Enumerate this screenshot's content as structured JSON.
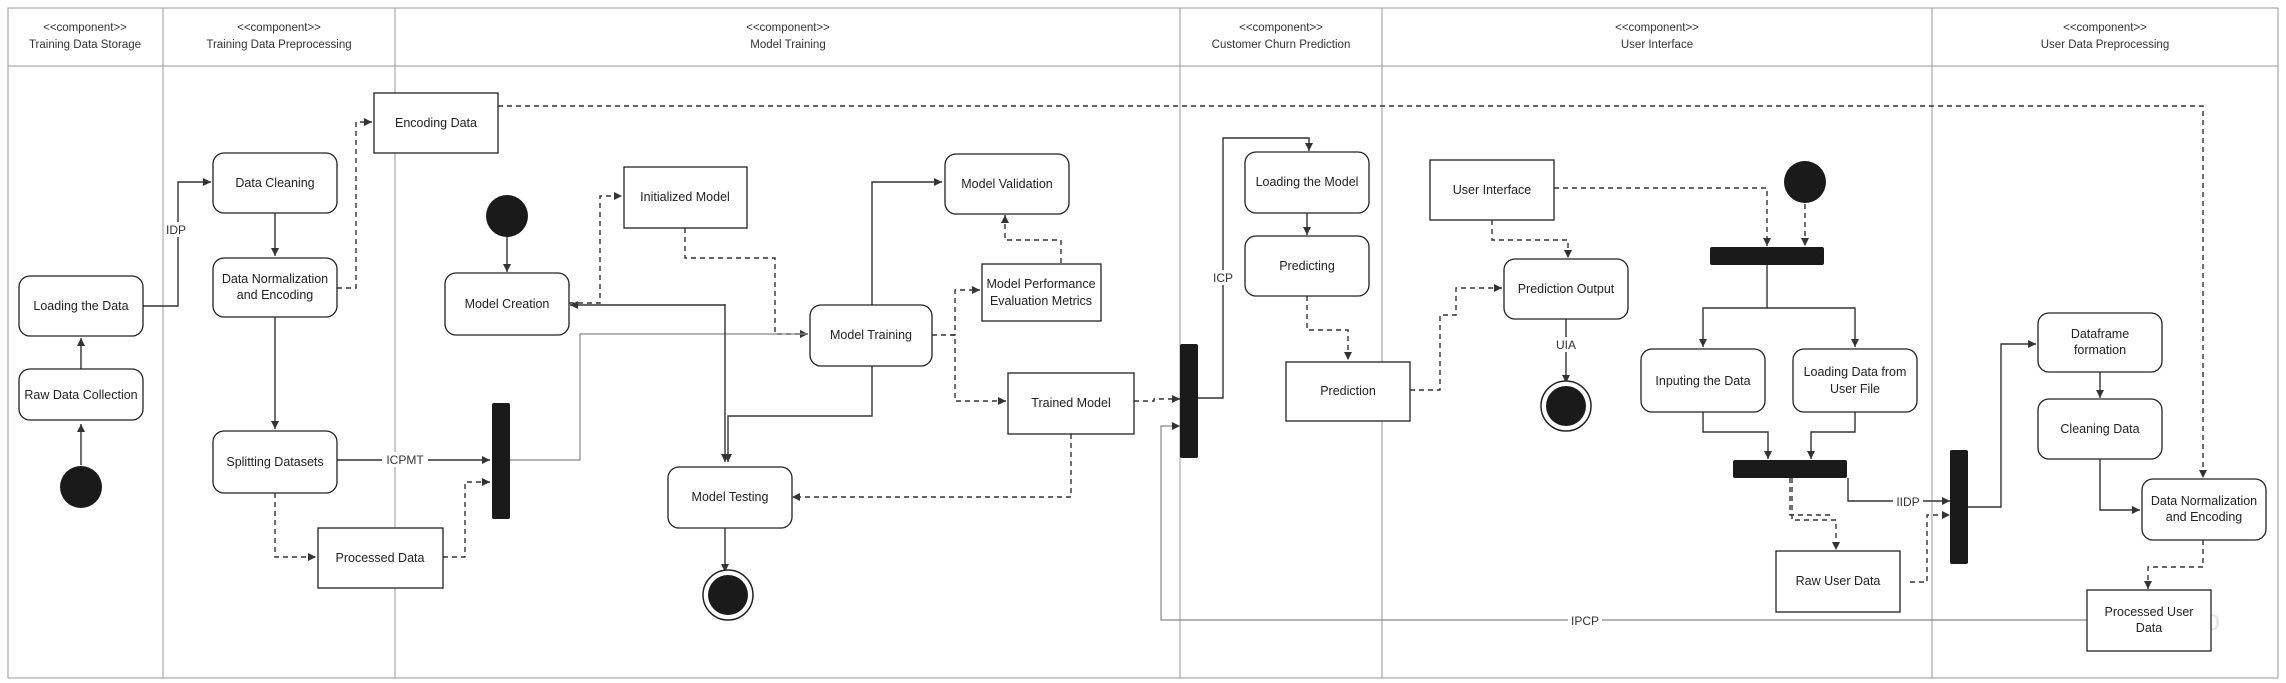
{
  "swimlanes": [
    {
      "stereotype": "<<component>>",
      "name": "Training Data Storage"
    },
    {
      "stereotype": "<<component>>",
      "name": "Training Data Preprocessing"
    },
    {
      "stereotype": "<<component>>",
      "name": "Model Training"
    },
    {
      "stereotype": "<<component>>",
      "name": "Customer Churn Prediction"
    },
    {
      "stereotype": "<<component>>",
      "name": "User Interface"
    },
    {
      "stereotype": "<<component>>",
      "name": "User Data Preprocessing"
    }
  ],
  "nodes": {
    "loading_data": [
      "Loading the Data"
    ],
    "raw_data_collection": [
      "Raw Data Collection"
    ],
    "data_cleaning": [
      "Data Cleaning"
    ],
    "data_norm_1": [
      "Data Normalization",
      "and Encoding"
    ],
    "splitting": [
      "Splitting Datasets"
    ],
    "processed_data": [
      "Processed Data"
    ],
    "encoding_data": [
      "Encoding Data"
    ],
    "model_creation": [
      "Model Creation"
    ],
    "initialized_model": [
      "Initialized Model"
    ],
    "model_validation": [
      "Model Validation"
    ],
    "model_perf": [
      "Model Performance",
      "Evaluation Metrics"
    ],
    "model_training": [
      "Model Training"
    ],
    "trained_model": [
      "Trained Model"
    ],
    "model_testing": [
      "Model Testing"
    ],
    "loading_model": [
      "Loading the Model"
    ],
    "predicting": [
      "Predicting"
    ],
    "prediction": [
      "Prediction"
    ],
    "user_interface": [
      "User Interface"
    ],
    "prediction_output": [
      "Prediction Output"
    ],
    "inputing": [
      "Inputing the Data"
    ],
    "loading_user_file": [
      "Loading Data from",
      "User File"
    ],
    "raw_user_data": [
      "Raw User Data"
    ],
    "dataframe": [
      "Dataframe",
      "formation"
    ],
    "cleaning_data": [
      "Cleaning Data"
    ],
    "data_norm_2": [
      "Data Normalization",
      "and Encoding"
    ],
    "processed_user": [
      "Processed User",
      "Data"
    ]
  },
  "edge_labels": {
    "idp": "IDP",
    "icpmt": "ICPMT",
    "icp": "ICP",
    "uia": "UIA",
    "iidp": "IIDP",
    "ipcp": "IPCP"
  },
  "watermark": "miro"
}
